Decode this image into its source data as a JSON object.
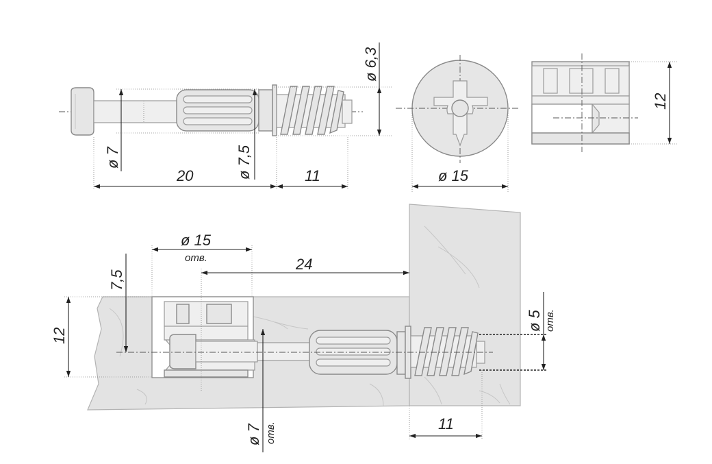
{
  "labels": {
    "d7": "ø 7",
    "d75": "ø 7,5",
    "d63": "ø 6,3",
    "len20": "20",
    "len11_top": "11",
    "d15": "ø 15",
    "h12_right": "12",
    "d15_hole": "ø 15",
    "d15_hole_sub": "отв.",
    "len24": "24",
    "d75_left": "7,5",
    "h12_left": "12",
    "d5": "ø 5",
    "d5_sub": "отв.",
    "d7_hole": "ø 7",
    "d7_hole_sub": "отв.",
    "len11_bottom": "11"
  }
}
